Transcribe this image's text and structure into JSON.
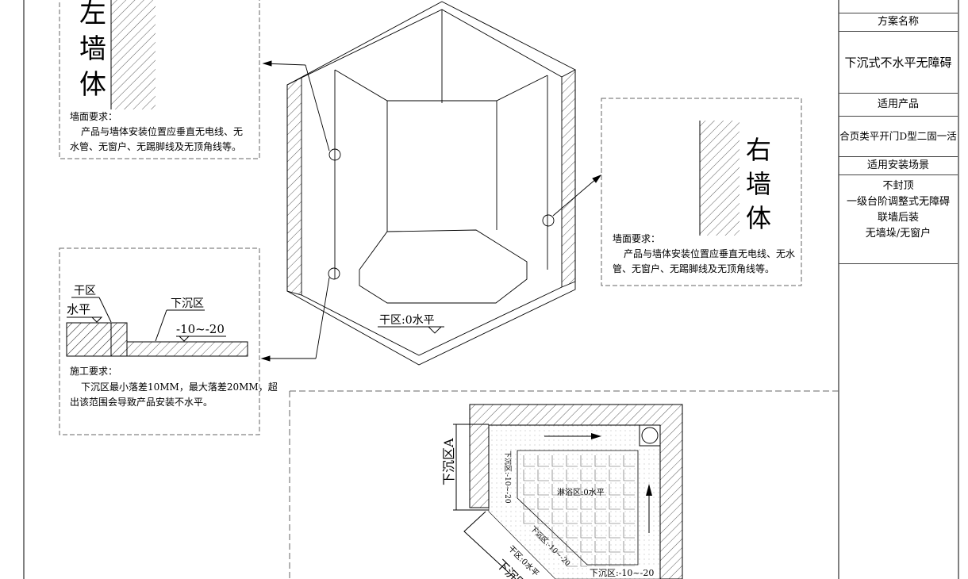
{
  "left_wall": {
    "chars": [
      "左",
      "墙",
      "体"
    ],
    "req_title": "墙面要求：",
    "req_lines": [
      "产品与墙体安装位置应垂直无电线、无",
      "水管、无窗户、无踢脚线及无顶角线等。"
    ]
  },
  "right_wall": {
    "chars": [
      "右",
      "墙",
      "体"
    ],
    "req_title": "墙面要求：",
    "req_lines": [
      "产品与墙体安装位置应垂直无电线、无水",
      "管、无窗户、无踢脚线及无顶角线等。"
    ]
  },
  "section": {
    "dry_label": "干区",
    "level_label": "水平",
    "sunken_label": "下沉区",
    "sunken_range": "-10~-20",
    "req_title": "施工要求：",
    "req_lines": [
      "下沉区最小落差10MM，最大落差20MM，超",
      "出该范围会导致产品安装不水平。"
    ]
  },
  "iso": {
    "dry_zone_label": "干区:0水平"
  },
  "plan": {
    "dim_label_a": "下沉区A",
    "sunken_left": "下沉区:-10~-20",
    "shower_label": "淋浴区:0水平",
    "sunken_diag": "下沉区:-10~-20",
    "dry_diag": "干区:0水平",
    "dim_label_b": "下沉区B",
    "sunken_bottom": "下沉区:-10~-20"
  },
  "title_block": {
    "scheme_name_header": "方案名称",
    "scheme_name": "下沉式不水平无障碍",
    "product_header": "适用产品",
    "product": "合页类平开门D型二固一活",
    "scene_header": "适用安装场景",
    "scenes": [
      "不封顶",
      "一级台阶调整式无障碍",
      "联墙后装",
      "无墙垛/无窗户"
    ]
  }
}
